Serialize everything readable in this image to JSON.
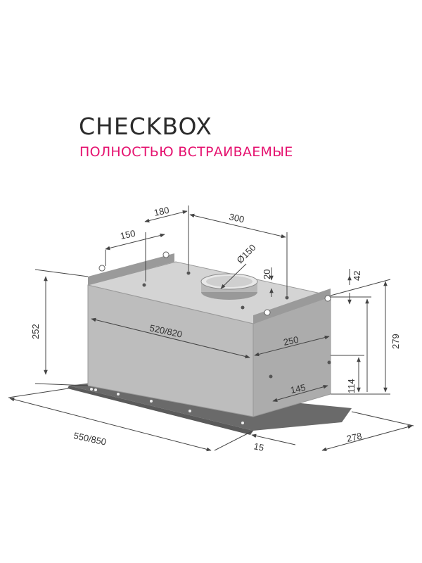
{
  "header": {
    "title": "CHECKBOX",
    "subtitle": "ПОЛНОСТЬЮ ВСТРАИВАЕМЫЕ"
  },
  "colors": {
    "title": "#2b2b2b",
    "subtitle": "#e5126f",
    "body_front": "#bdbdbd",
    "body_top": "#d3d3d3",
    "body_side": "#adadad",
    "dimension_line": "#444444"
  },
  "dimensions": {
    "d180": "180",
    "d300": "300",
    "d150": "150",
    "d_outlet": "Ø150",
    "d20": "20",
    "d42": "42",
    "d252": "252",
    "d520": "520/820",
    "d250": "250",
    "d279": "279",
    "d114": "114",
    "d145": "145",
    "d550": "550/850",
    "d15": "15",
    "d278": "278"
  }
}
